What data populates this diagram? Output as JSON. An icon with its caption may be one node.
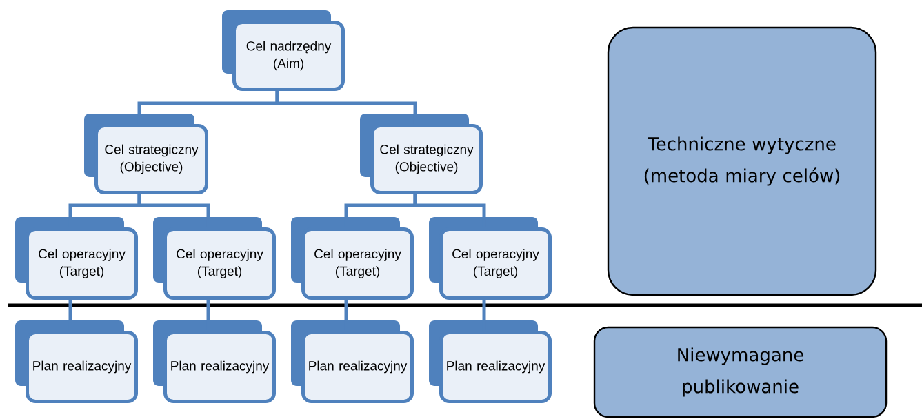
{
  "diagram": {
    "nodes": [
      {
        "text": [
          "Cel nadrzędny (Aim)"
        ]
      },
      {
        "text": [
          "Cel strategiczny (Objective)"
        ]
      },
      {
        "text": [
          "Cel strategiczny (Objective)"
        ]
      },
      {
        "text": [
          "Cel operacyjny (Target)"
        ]
      },
      {
        "text": [
          "Cel operacyjny (Target)"
        ]
      },
      {
        "text": [
          "Cel operacyjny (Target)"
        ]
      },
      {
        "text": [
          "Cel operacyjny (Target)"
        ]
      },
      {
        "text": [
          "Plan realizacyjny"
        ]
      },
      {
        "text": [
          "Plan realizacyjny"
        ]
      },
      {
        "text": [
          "Plan realizacyjny"
        ]
      },
      {
        "text": [
          "Plan realizacyjny"
        ]
      },
      {
        "text": [
          "Techniczne wytyczne (metoda miary celów)"
        ]
      },
      {
        "text": [
          "Niewymagane publikowanie"
        ]
      }
    ],
    "edges": [
      {
        "from": 0,
        "to": 1,
        "arrow": "none"
      },
      {
        "from": 0,
        "to": 2,
        "arrow": "none"
      },
      {
        "from": 1,
        "to": 3,
        "arrow": "none"
      },
      {
        "from": 1,
        "to": 4,
        "arrow": "none"
      },
      {
        "from": 2,
        "to": 5,
        "arrow": "none"
      },
      {
        "from": 2,
        "to": 6,
        "arrow": "none"
      },
      {
        "from": 3,
        "to": 7,
        "arrow": "none"
      },
      {
        "from": 4,
        "to": 8,
        "arrow": "none"
      },
      {
        "from": 5,
        "to": 9,
        "arrow": "none"
      },
      {
        "from": 6,
        "to": 10,
        "arrow": "none"
      }
    ]
  }
}
